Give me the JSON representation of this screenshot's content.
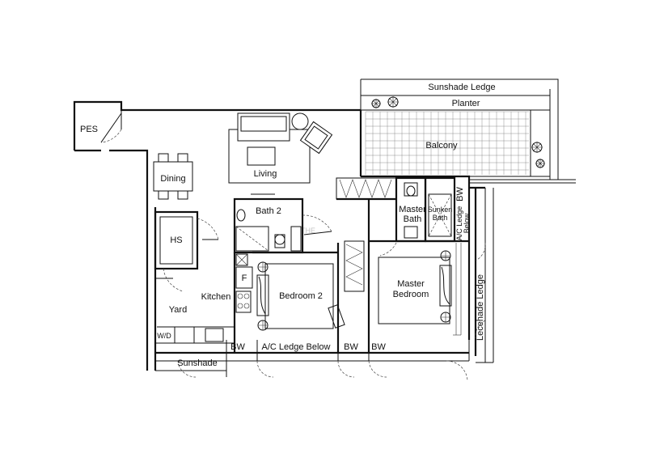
{
  "labels": {
    "sunshade_ledge": "Sunshade Ledge",
    "planter": "Planter",
    "balcony": "Balcony",
    "pes": "PES",
    "living": "Living",
    "dining": "Dining",
    "hs": "HS",
    "bath2": "Bath 2",
    "master_bath_line1": "Master",
    "master_bath_line2": "Bath",
    "sunken_bath_line1": "Sunken",
    "sunken_bath_line2": "Bath",
    "bw": "BW",
    "ac_ledge_below_vert": "A/C Ledge",
    "below_vert": "Below",
    "kitchen": "Kitchen",
    "fridge": "F",
    "yard": "Yard",
    "wd": "W/D",
    "bedroom2": "Bedroom 2",
    "master_bedroom_line1": "Master",
    "master_bedroom_line2": "Bedroom",
    "leceade_ledge": "Lecehade Ledge",
    "ac_ledge_below": "A/C Ledge Below",
    "sunshade": "Sunshade"
  }
}
